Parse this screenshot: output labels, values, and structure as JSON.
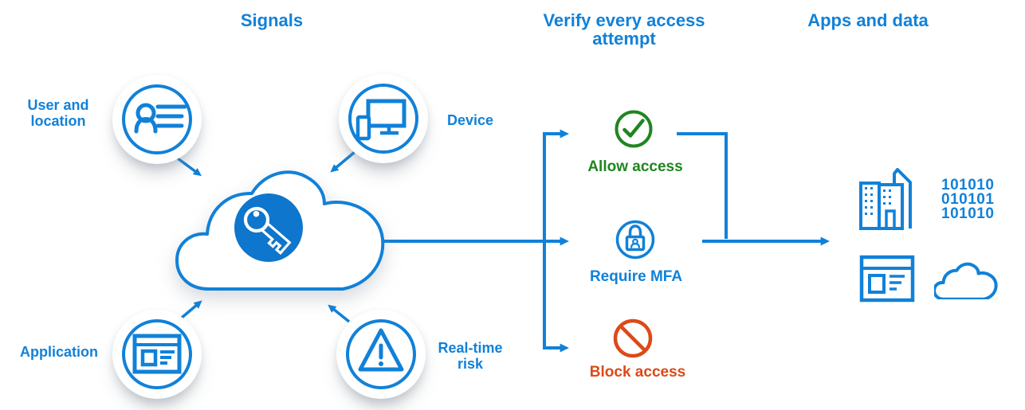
{
  "colors": {
    "blue": "#1181D8",
    "green": "#208520",
    "orange": "#DC4A17",
    "key_circle_fill": "#0E76CC"
  },
  "headers": {
    "signals": "Signals",
    "verify": "Verify every access attempt",
    "apps": "Apps and data"
  },
  "signals": [
    {
      "label": "User and location",
      "icon": "user-contact-icon"
    },
    {
      "label": "Device",
      "icon": "device-icon"
    },
    {
      "label": "Application",
      "icon": "application-window-icon"
    },
    {
      "label": "Real-time risk",
      "icon": "warning-triangle-icon"
    }
  ],
  "hub": {
    "icon": "key-icon"
  },
  "outcomes": [
    {
      "label": "Allow access",
      "icon": "check-circle-icon",
      "color": "#208520"
    },
    {
      "label": "Require MFA",
      "icon": "lock-user-icon",
      "color": "#1181D8"
    },
    {
      "label": "Block access",
      "icon": "block-icon",
      "color": "#DC4A17"
    }
  ],
  "apps_and_data": {
    "binary_lines": [
      "101010",
      "010101",
      "101010"
    ],
    "icons": [
      "building-icon",
      "binary-code",
      "app-window-icon",
      "cloud-icon"
    ]
  }
}
